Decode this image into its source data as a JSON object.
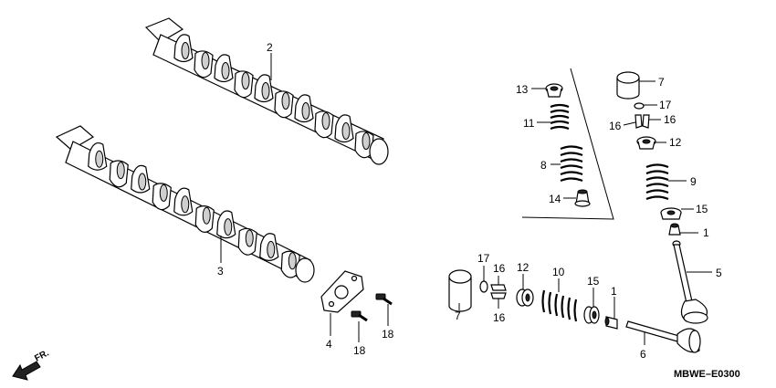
{
  "diagram": {
    "code": "MBWE–E0300",
    "front_marker": "FR.",
    "callouts": [
      "2",
      "3",
      "4",
      "18",
      "18",
      "13",
      "11",
      "8",
      "14",
      "7",
      "17",
      "16",
      "16",
      "12",
      "9",
      "15",
      "1",
      "5",
      "17",
      "16",
      "16",
      "12",
      "10",
      "15",
      "1",
      "7",
      "6"
    ]
  }
}
